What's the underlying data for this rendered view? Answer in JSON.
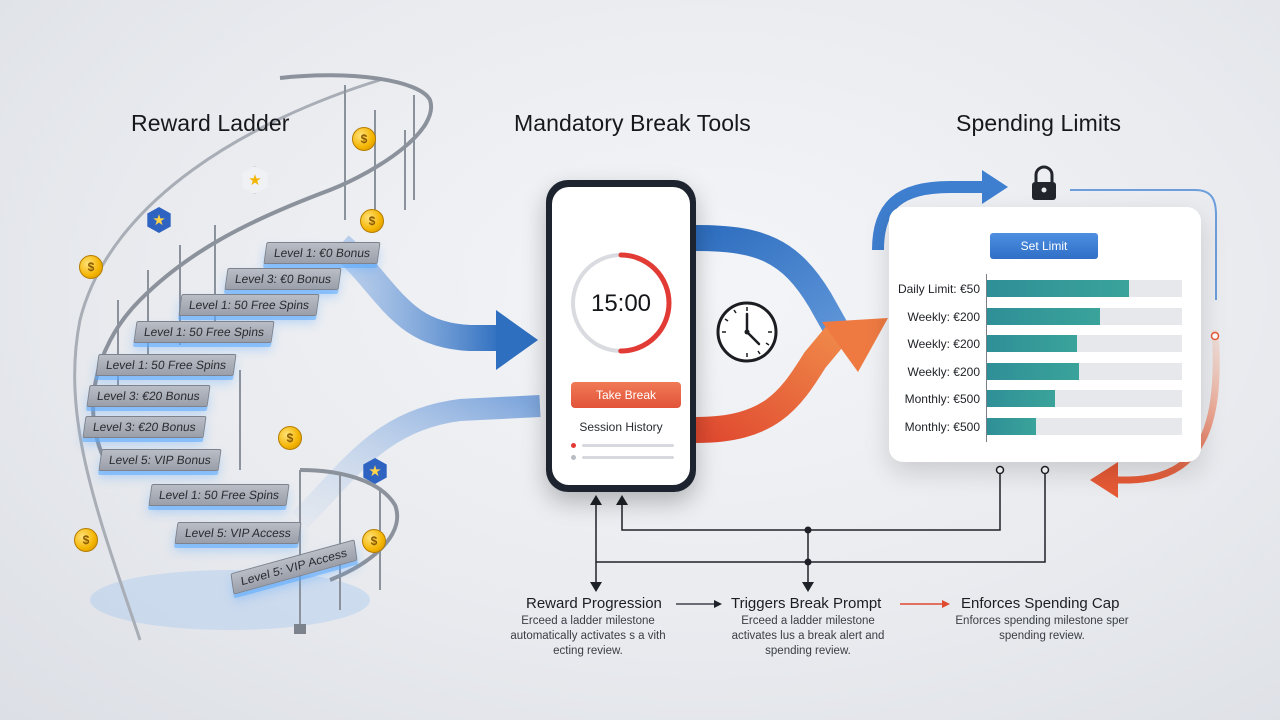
{
  "headings": {
    "reward": "Reward Ladder",
    "break": "Mandatory Break Tools",
    "spending": "Spending Limits"
  },
  "ladder": {
    "steps": [
      "Level 1: €0 Bonus",
      "Level 3: €0 Bonus",
      "Level 1: 50 Free Spins",
      "Level 1: 50 Free Spins",
      "Level 1: 50 Free Spins",
      "Level 3: €20 Bonus",
      "Level 3: €20 Bonus",
      "Level 5: VIP Bonus",
      "Level 1: 50 Free Spins",
      "Level 5: VIP Access",
      "Level 5: VIP Access"
    ],
    "coin_glyph": "$",
    "star_glyph": "★"
  },
  "phone": {
    "timer": "15:00",
    "timer_progress": 0.5,
    "button": "Take Break",
    "history": "Session History"
  },
  "limits": {
    "button": "Set Limit",
    "rows": [
      {
        "label": "Daily Limit: €50",
        "fill": 0.73
      },
      {
        "label": "Weekly: €200",
        "fill": 0.58
      },
      {
        "label": "Weekly: €200",
        "fill": 0.46
      },
      {
        "label": "Weekly: €200",
        "fill": 0.47
      },
      {
        "label": "Monthly: €500",
        "fill": 0.35
      },
      {
        "label": "Monthly: €500",
        "fill": 0.25
      }
    ]
  },
  "flow": {
    "steps": [
      {
        "title": "Reward Progression",
        "desc": "Erceed a ladder milestone automatically activates s a vith ecting review."
      },
      {
        "title": "Triggers Break Prompt",
        "desc": "Erceed a ladder milestone activates lus a break alert and spending review."
      },
      {
        "title": "Enforces Spending Cap",
        "desc": "Enforces spending milestone sper spending review."
      }
    ]
  },
  "colors": {
    "blue_arrow": "#2f6fc0",
    "orange_arrow": "#ec6a3c",
    "timer_red": "#e23a34",
    "bar_teal": "#3aa39a",
    "button_blue": "#3a7fd6"
  }
}
